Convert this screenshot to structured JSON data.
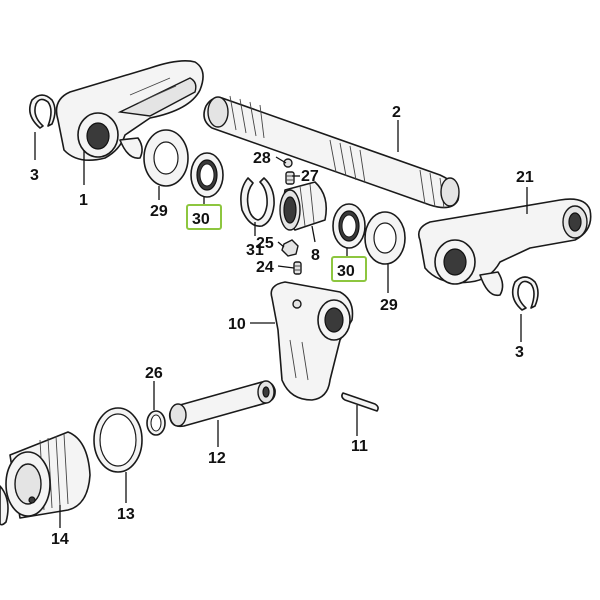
{
  "callouts": {
    "c1": "1",
    "c2": "2",
    "c3a": "3",
    "c3b": "3",
    "c8": "8",
    "c10": "10",
    "c11": "11",
    "c12": "12",
    "c13": "13",
    "c14": "14",
    "c21": "21",
    "c24": "24",
    "c25": "25",
    "c26": "26",
    "c27": "27",
    "c28": "28",
    "c29a": "29",
    "c29b": "29",
    "c30a": "30",
    "c30b": "30",
    "c31": "31"
  },
  "highlight_color": "#8dc63f"
}
